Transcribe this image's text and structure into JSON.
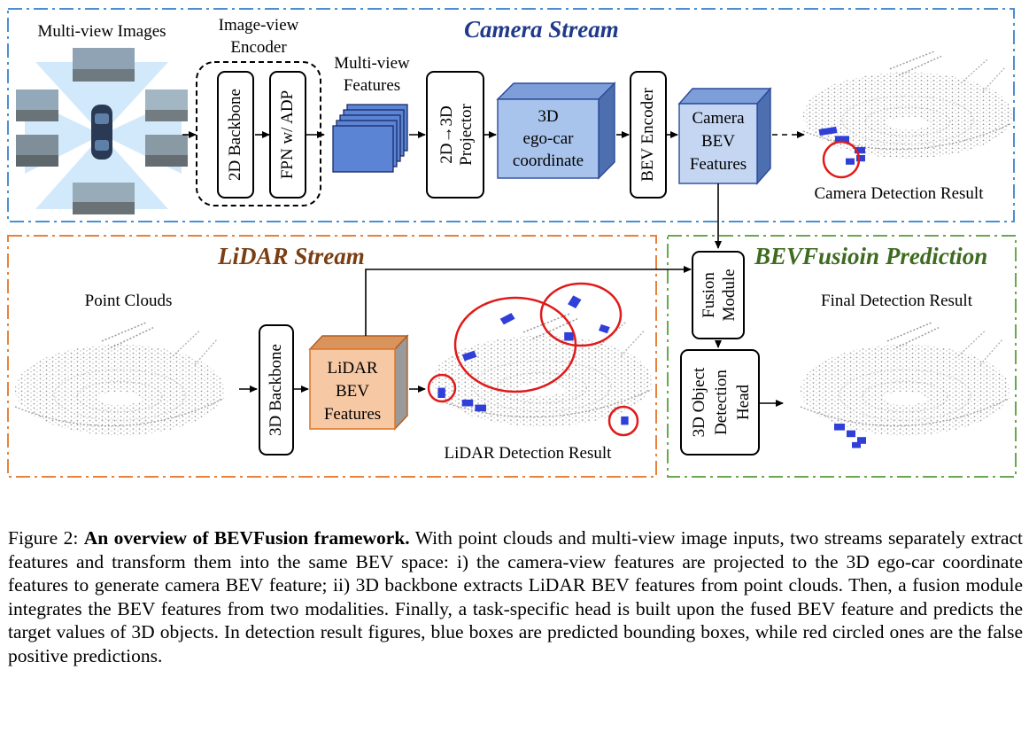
{
  "camera_stream": {
    "title": "Camera Stream",
    "multi_view_images": "Multi-view Images",
    "encoder_title_1": "Image-view",
    "encoder_title_2": "Encoder",
    "backbone_2d": "2D Backbone",
    "fpn": "FPN w/ ADP",
    "features_title_1": "Multi-view",
    "features_title_2": "Features",
    "projector_1": "2D→3D",
    "projector_2": "Projector",
    "ego_1": "3D",
    "ego_2": "ego-car",
    "ego_3": "coordinate",
    "bev_encoder": "BEV Encoder",
    "cam_bev_1": "Camera",
    "cam_bev_2": "BEV",
    "cam_bev_3": "Features",
    "detection_result": "Camera Detection Result"
  },
  "lidar_stream": {
    "title": "LiDAR Stream",
    "point_clouds": "Point Clouds",
    "backbone_3d": "3D Backbone",
    "lidar_bev_1": "LiDAR",
    "lidar_bev_2": "BEV",
    "lidar_bev_3": "Features",
    "detection_result": "LiDAR Detection Result"
  },
  "fusion": {
    "title": "BEVFusioin Prediction",
    "module_1": "Fusion",
    "module_2": "Module",
    "head_1": "3D Object",
    "head_2": "Detection",
    "head_3": "Head",
    "final_result": "Final Detection Result"
  },
  "colors": {
    "camera_border": "#4a8fd4",
    "camera_title": "#1f3a8a",
    "lidar_border": "#e8823a",
    "lidar_title": "#7a3e12",
    "fusion_border": "#6aa84f",
    "fusion_title": "#3d6b1f",
    "cube_blue": "#a8c4ec",
    "cube_orange": "#f6c8a4",
    "pred_box": "#2f3fd8",
    "false_positive": "#e01a1a"
  },
  "caption": {
    "label": "Figure 2:",
    "bold": "An overview of BEVFusion framework.",
    "text": "With point clouds and multi-view image inputs, two streams separately extract features and transform them into the same BEV space: i) the camera-view features are projected to the 3D ego-car coordinate features to generate camera BEV feature; ii) 3D backbone extracts LiDAR BEV features from point clouds. Then, a fusion module integrates the BEV features from two modalities. Finally, a task-specific head is built upon the fused BEV feature and predicts the target values of 3D objects. In detection result figures, blue boxes are predicted bounding boxes, while red circled ones are the false positive predictions."
  }
}
